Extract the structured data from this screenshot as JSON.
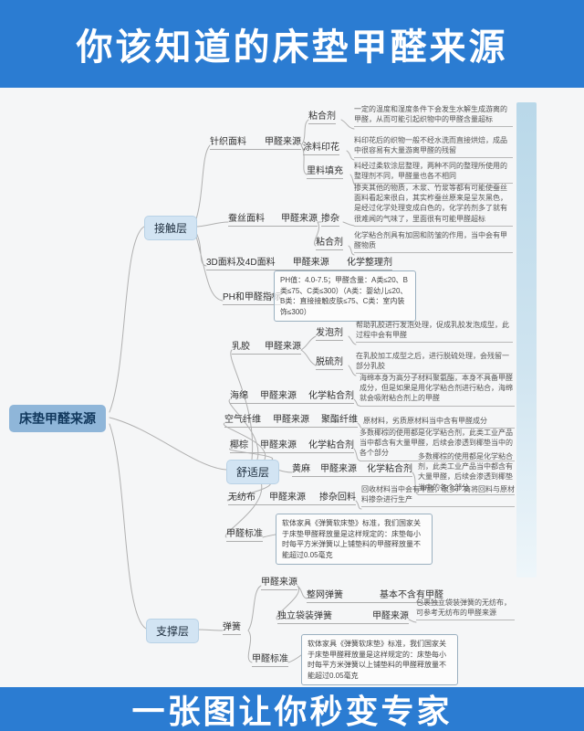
{
  "header": {
    "title": "你该知道的床垫甲醛来源"
  },
  "footer": {
    "title": "一张图让你秒变专家"
  },
  "root": {
    "label": "床垫甲醛来源"
  },
  "contact": {
    "layer_label": "接触层",
    "knit": {
      "label": "针织面料",
      "tag": "甲醛来源",
      "children": [
        {
          "label": "粘合剂",
          "desc": "一定的温度和湿度条件下会发生水解生成游离的甲醛，从而可能引起织物中的甲醛含量超标"
        },
        {
          "label": "涂料印花",
          "desc": "料印花后的织物一般不经水洗而直接烘焙，成品中很容易有大量游离甲醛的残留"
        },
        {
          "label": "里料填充",
          "desc": "料经过柔软涂层整理，两种不同的整理所使用的整理剂不同，甲醛量也各不相同"
        }
      ]
    },
    "silk": {
      "label": "蚕丝面料",
      "tag": "甲醛来源",
      "children": [
        {
          "label": "掺杂",
          "desc": "掺夹其他的物质，木浆、竹浆等都有可能使蚕丝面料看起来很白，其实柞蚕丝原来是呈灰黑色，是经过化学处理变成白色的，化学药剂多了就有很难闻的气味了，里面很有可能甲醛超标"
        },
        {
          "label": "粘合剂",
          "desc": "化学粘合剂具有加固和防皱的作用，当中会有甲醛物质"
        }
      ]
    },
    "d3d4": {
      "label": "3D面料及4D面料",
      "tag": "甲醛来源",
      "value": "化学整理剂"
    },
    "ph": {
      "label": "PH和甲醛指标",
      "note": "PH值：4.0-7.5；甲醛含量：A类≤20、B类≤75、C类≤300）（A类：婴幼儿≤20、B类：直接接触皮肤≤75、C类：室内装饰≤300）"
    }
  },
  "comfort": {
    "layer_label": "舒适层",
    "latex": {
      "label": "乳胶",
      "tag": "甲醛来源",
      "children": [
        {
          "label": "发泡剂",
          "desc": "帮助乳胶进行发泡处理，促成乳胶发泡成型，此过程中会有甲醛"
        },
        {
          "label": "脱硫剂",
          "desc": "在乳胶加工成型之后，进行脱硫处理，会残留一部分乳胶"
        }
      ]
    },
    "rows": [
      {
        "label": "海绵",
        "tag": "甲醛来源",
        "value": "化学粘合剂",
        "desc": "海绵本身为高分子材料聚氨酯，本身不具备甲醛成分，但是如果是用化学粘合剂进行粘合，海绵就会吸附粘合剂上的甲醛"
      },
      {
        "label": "空气纤维",
        "tag": "甲醛来源",
        "value": "聚酯纤维",
        "desc": "原材料，劣质原材料当中含有甲醛成分"
      },
      {
        "label": "椰棕",
        "tag": "甲醛来源",
        "value": "化学粘合剂",
        "desc": "多数椰棕的使用都是化学粘合剂，此类工业产品当中都含有大量甲醛，后续会渗透到椰垫当中的各个部分"
      },
      {
        "label": "黄麻",
        "tag": "甲醛来源",
        "value": "化学粘合剂",
        "desc": "多数椰棕的使用都是化学粘合剂，此类工业产品当中都含有大量甲醛，后续会渗透到椰垫当中的各个部分"
      },
      {
        "label": "无纺布",
        "tag": "甲醛来源",
        "value": "掺杂回料",
        "desc": "回收材料当中会有甲醛，很多厂商将回料与原材料掺杂进行生产"
      }
    ],
    "standard": {
      "label": "甲醛标准",
      "note": "软体家具《弹簧软床垫》标准，我们国家关于床垫甲醛释放量是这样规定的：床垫每小时每平方米弹簧以上铺垫料的甲醛释放量不能超过0.05毫克"
    }
  },
  "support": {
    "layer_label": "支撑层",
    "spring": {
      "label": "弹簧"
    },
    "spring_tag": "甲醛来源",
    "whole": {
      "label": "整网弹簧",
      "value": "基本不含有甲醛"
    },
    "pocket": {
      "label": "独立袋装弹簧",
      "tag": "甲醛来源",
      "desc": "包裹独立袋装弹簧的无纺布，可参考无纺布的甲醛来源"
    },
    "standard": {
      "label": "甲醛标准",
      "note": "软体家具《弹簧软床垫》标准，我们国家关于床垫甲醛释放量是这样规定的：床垫每小时每平方米弹簧以上铺垫料的甲醛释放量不能超过0.05毫克"
    }
  }
}
